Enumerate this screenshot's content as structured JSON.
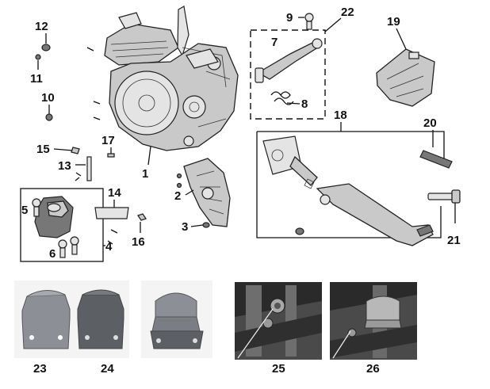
{
  "callouts": {
    "c1": "1",
    "c2": "2",
    "c3": "3",
    "c4": "4",
    "c5": "5",
    "c6": "6",
    "c7": "7",
    "c8": "8",
    "c9": "9",
    "c10": "10",
    "c11": "11",
    "c12": "12",
    "c13": "13",
    "c14": "14",
    "c15": "15",
    "c16": "16",
    "c17": "17",
    "c18": "18",
    "c19": "19",
    "c20": "20",
    "c21": "21",
    "c22": "22",
    "c23": "23",
    "c24": "24",
    "c25": "25",
    "c26": "26"
  },
  "colors": {
    "line": "#111111",
    "part_fill": "#c9c9c9",
    "photo_metal": "#8c9096",
    "photo_dark": "#2a2a2a"
  }
}
